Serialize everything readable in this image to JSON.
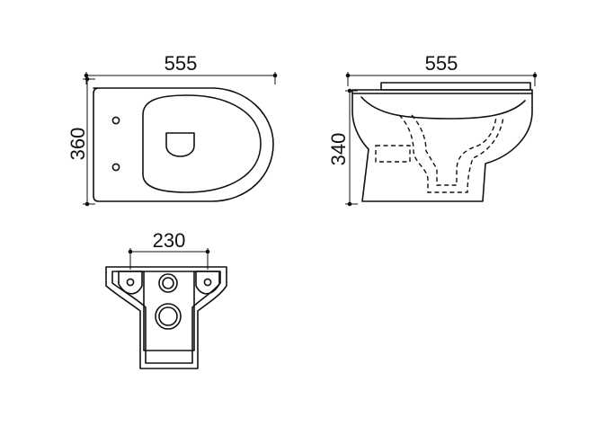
{
  "dimensions": {
    "top_view_width": "555",
    "top_view_depth": "360",
    "side_view_width": "555",
    "side_view_height": "340",
    "rear_view_fixing_spacing": "230"
  }
}
